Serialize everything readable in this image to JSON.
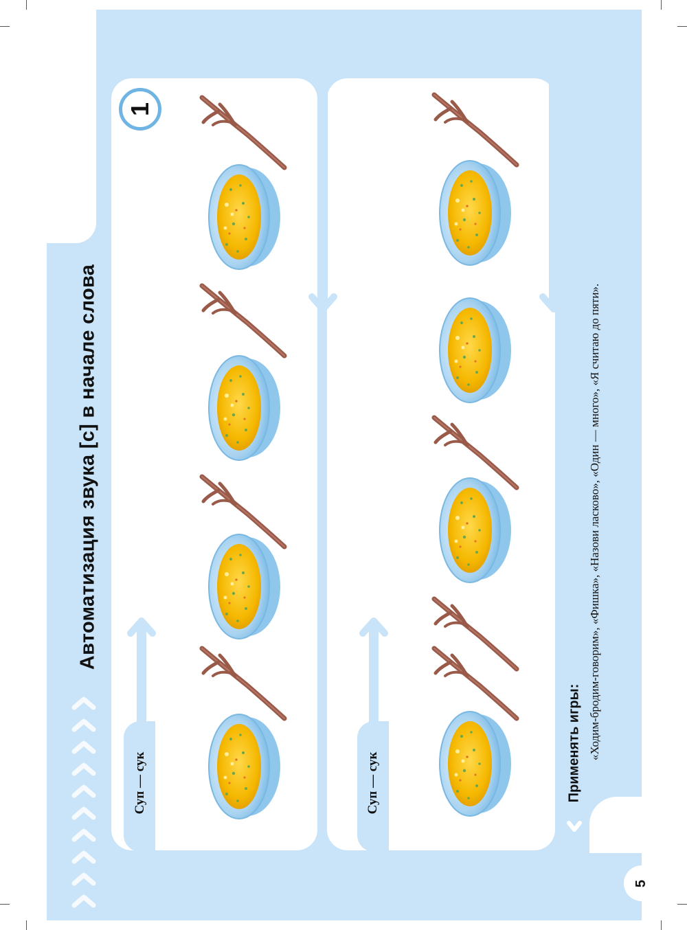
{
  "page": {
    "title": "Автоматизация звука [с] в начале слова",
    "exercise_number": "1",
    "page_number": "5"
  },
  "rows": [
    {
      "label": "Суп — сук"
    },
    {
      "label": "Суп — сук"
    }
  ],
  "instructions": {
    "heading": "Применять игры:",
    "text": "«Ходим-бродим-говорим», «Фишка», «Назови ласково», «Один — много», «Я считаю до пяти»."
  },
  "colors": {
    "page_background": "#c9e4f8",
    "accent_blue": "#6fb4e3",
    "soup_yellow": "#f5b800",
    "bowl_blue": "#a9d3f0",
    "twig_brown": "#9a5a4a"
  },
  "icons": {
    "bowl": "soup-bowl-icon",
    "twig": "twig-icon",
    "arrow_up": "arrow-up-icon",
    "arrow_down": "arrow-down-icon",
    "chevron": "chevron-up-icon"
  }
}
